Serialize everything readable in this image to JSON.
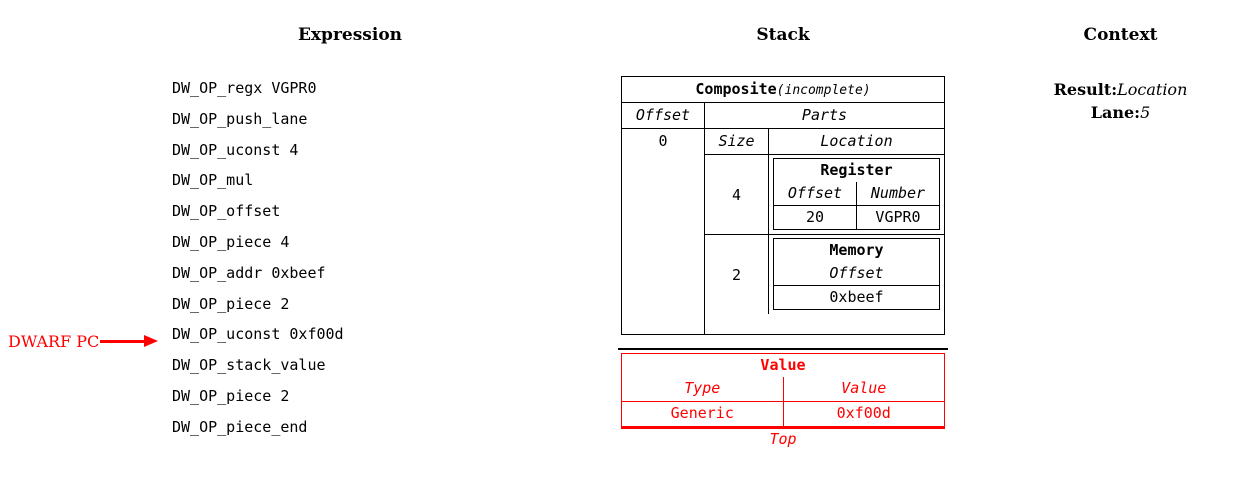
{
  "headers": {
    "expression": "Expression",
    "stack": "Stack",
    "context": "Context"
  },
  "expression": {
    "lines": [
      "DW_OP_regx VGPR0",
      "DW_OP_push_lane",
      "DW_OP_uconst 4",
      "DW_OP_mul",
      "DW_OP_offset",
      "DW_OP_piece 4",
      "DW_OP_addr 0xbeef",
      "DW_OP_piece 2",
      "DW_OP_uconst 0xf00d",
      "DW_OP_stack_value",
      "DW_OP_piece 2",
      "DW_OP_piece_end"
    ],
    "pc_marker": {
      "label": "DWARF PC",
      "target_line_index": 9,
      "color": "#ff0000"
    }
  },
  "stack": {
    "composite": {
      "title": "Composite",
      "subtitle": "(incomplete)",
      "offset_header": "Offset",
      "offset_value": "0",
      "parts_header": "Parts",
      "size_header": "Size",
      "location_header": "Location",
      "parts": [
        {
          "size": "4",
          "location": {
            "kind": "Register",
            "title": "Register",
            "columns": [
              "Offset",
              "Number"
            ],
            "values": [
              "20",
              "VGPR0"
            ]
          }
        },
        {
          "size": "2",
          "location": {
            "kind": "Memory",
            "title": "Memory",
            "columns": [
              "Offset"
            ],
            "values": [
              "0xbeef"
            ]
          }
        }
      ]
    },
    "value": {
      "title": "Value",
      "columns": [
        "Type",
        "Value"
      ],
      "values": [
        "Generic",
        "0xf00d"
      ],
      "top_label": "Top",
      "color": "#ff0000"
    }
  },
  "context": {
    "entries": [
      {
        "key": "Result:",
        "value": "Location"
      },
      {
        "key": "Lane:",
        "value": "5"
      }
    ]
  },
  "colors": {
    "text": "#000000",
    "accent_red": "#ff0000",
    "background": "#ffffff"
  }
}
